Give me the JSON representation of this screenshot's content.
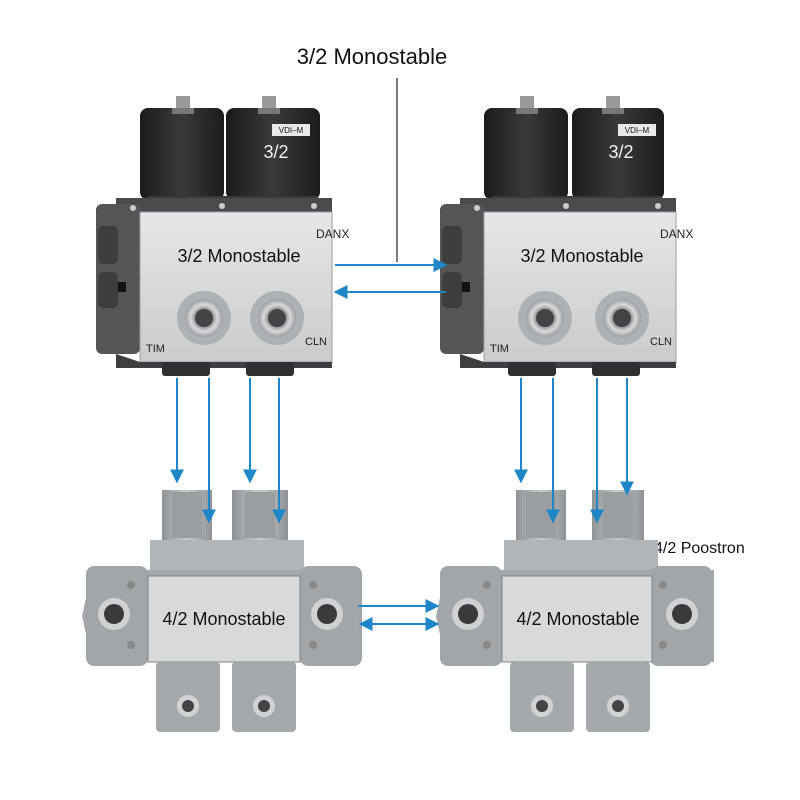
{
  "title": "3/2 Monostable",
  "side_label": "4/2 Poostron",
  "top_valves": [
    {
      "coil_label": "3/2",
      "coil_tag": "VDI–М",
      "body_label": "3/2 Monostable",
      "brand": "DANX",
      "port_left": "TIM",
      "port_right": "CLN"
    },
    {
      "coil_label": "3/2",
      "coil_tag": "VDI–М",
      "body_label": "3/2 Monostable",
      "brand": "DANX",
      "port_left": "TIM",
      "port_right": "CLN"
    }
  ],
  "bottom_valves": [
    {
      "body_label": "4/2 Monostable"
    },
    {
      "body_label": "4/2 Monostable"
    }
  ],
  "colors": {
    "arrow": "#1f86c8",
    "coil": "#262626",
    "body_top": "#4e4e4e",
    "body_front": "#d8dadc",
    "manifold": "#a8abae",
    "manifold_plate": "#d5d7d9",
    "fitting": "#b5b7ba"
  }
}
